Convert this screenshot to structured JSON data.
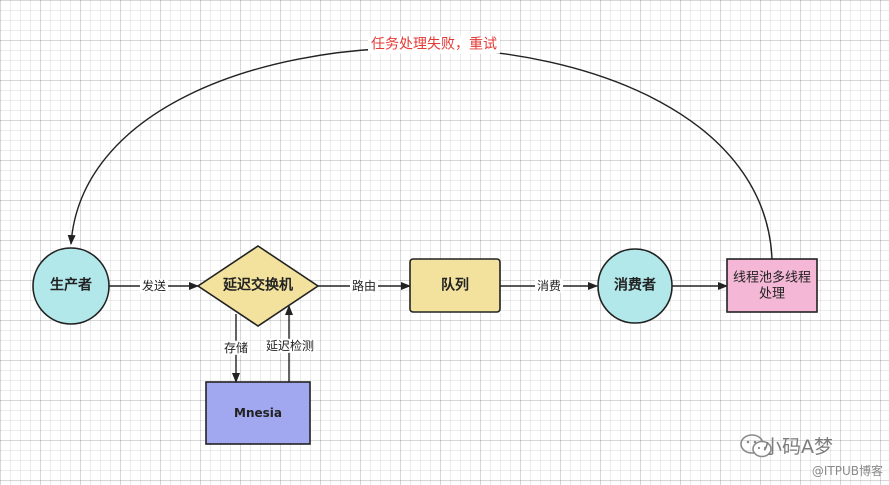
{
  "diagram": {
    "retry_label": "任务处理失败，重试",
    "nodes": {
      "producer": "生产者",
      "exchange": "延迟交换机",
      "queue": "队列",
      "consumer": "消费者",
      "thread_pool": "线程池多线程处理",
      "mnesia": "Mnesia"
    },
    "edges": {
      "send": "发送",
      "route": "路由",
      "consume": "消费",
      "store": "存储",
      "delay_check": "延迟检测"
    },
    "colors": {
      "circle_fill": "#b2e8ea",
      "diamond_fill": "#f3e29e",
      "queue_fill": "#f3e29e",
      "pool_fill": "#f4b8d6",
      "mnesia_fill": "#a2a8f0",
      "retry_text": "#e53935"
    }
  },
  "watermark": {
    "brand": "小码A梦",
    "site": "@ITPUB博客",
    "icon": "wechat-icon"
  }
}
